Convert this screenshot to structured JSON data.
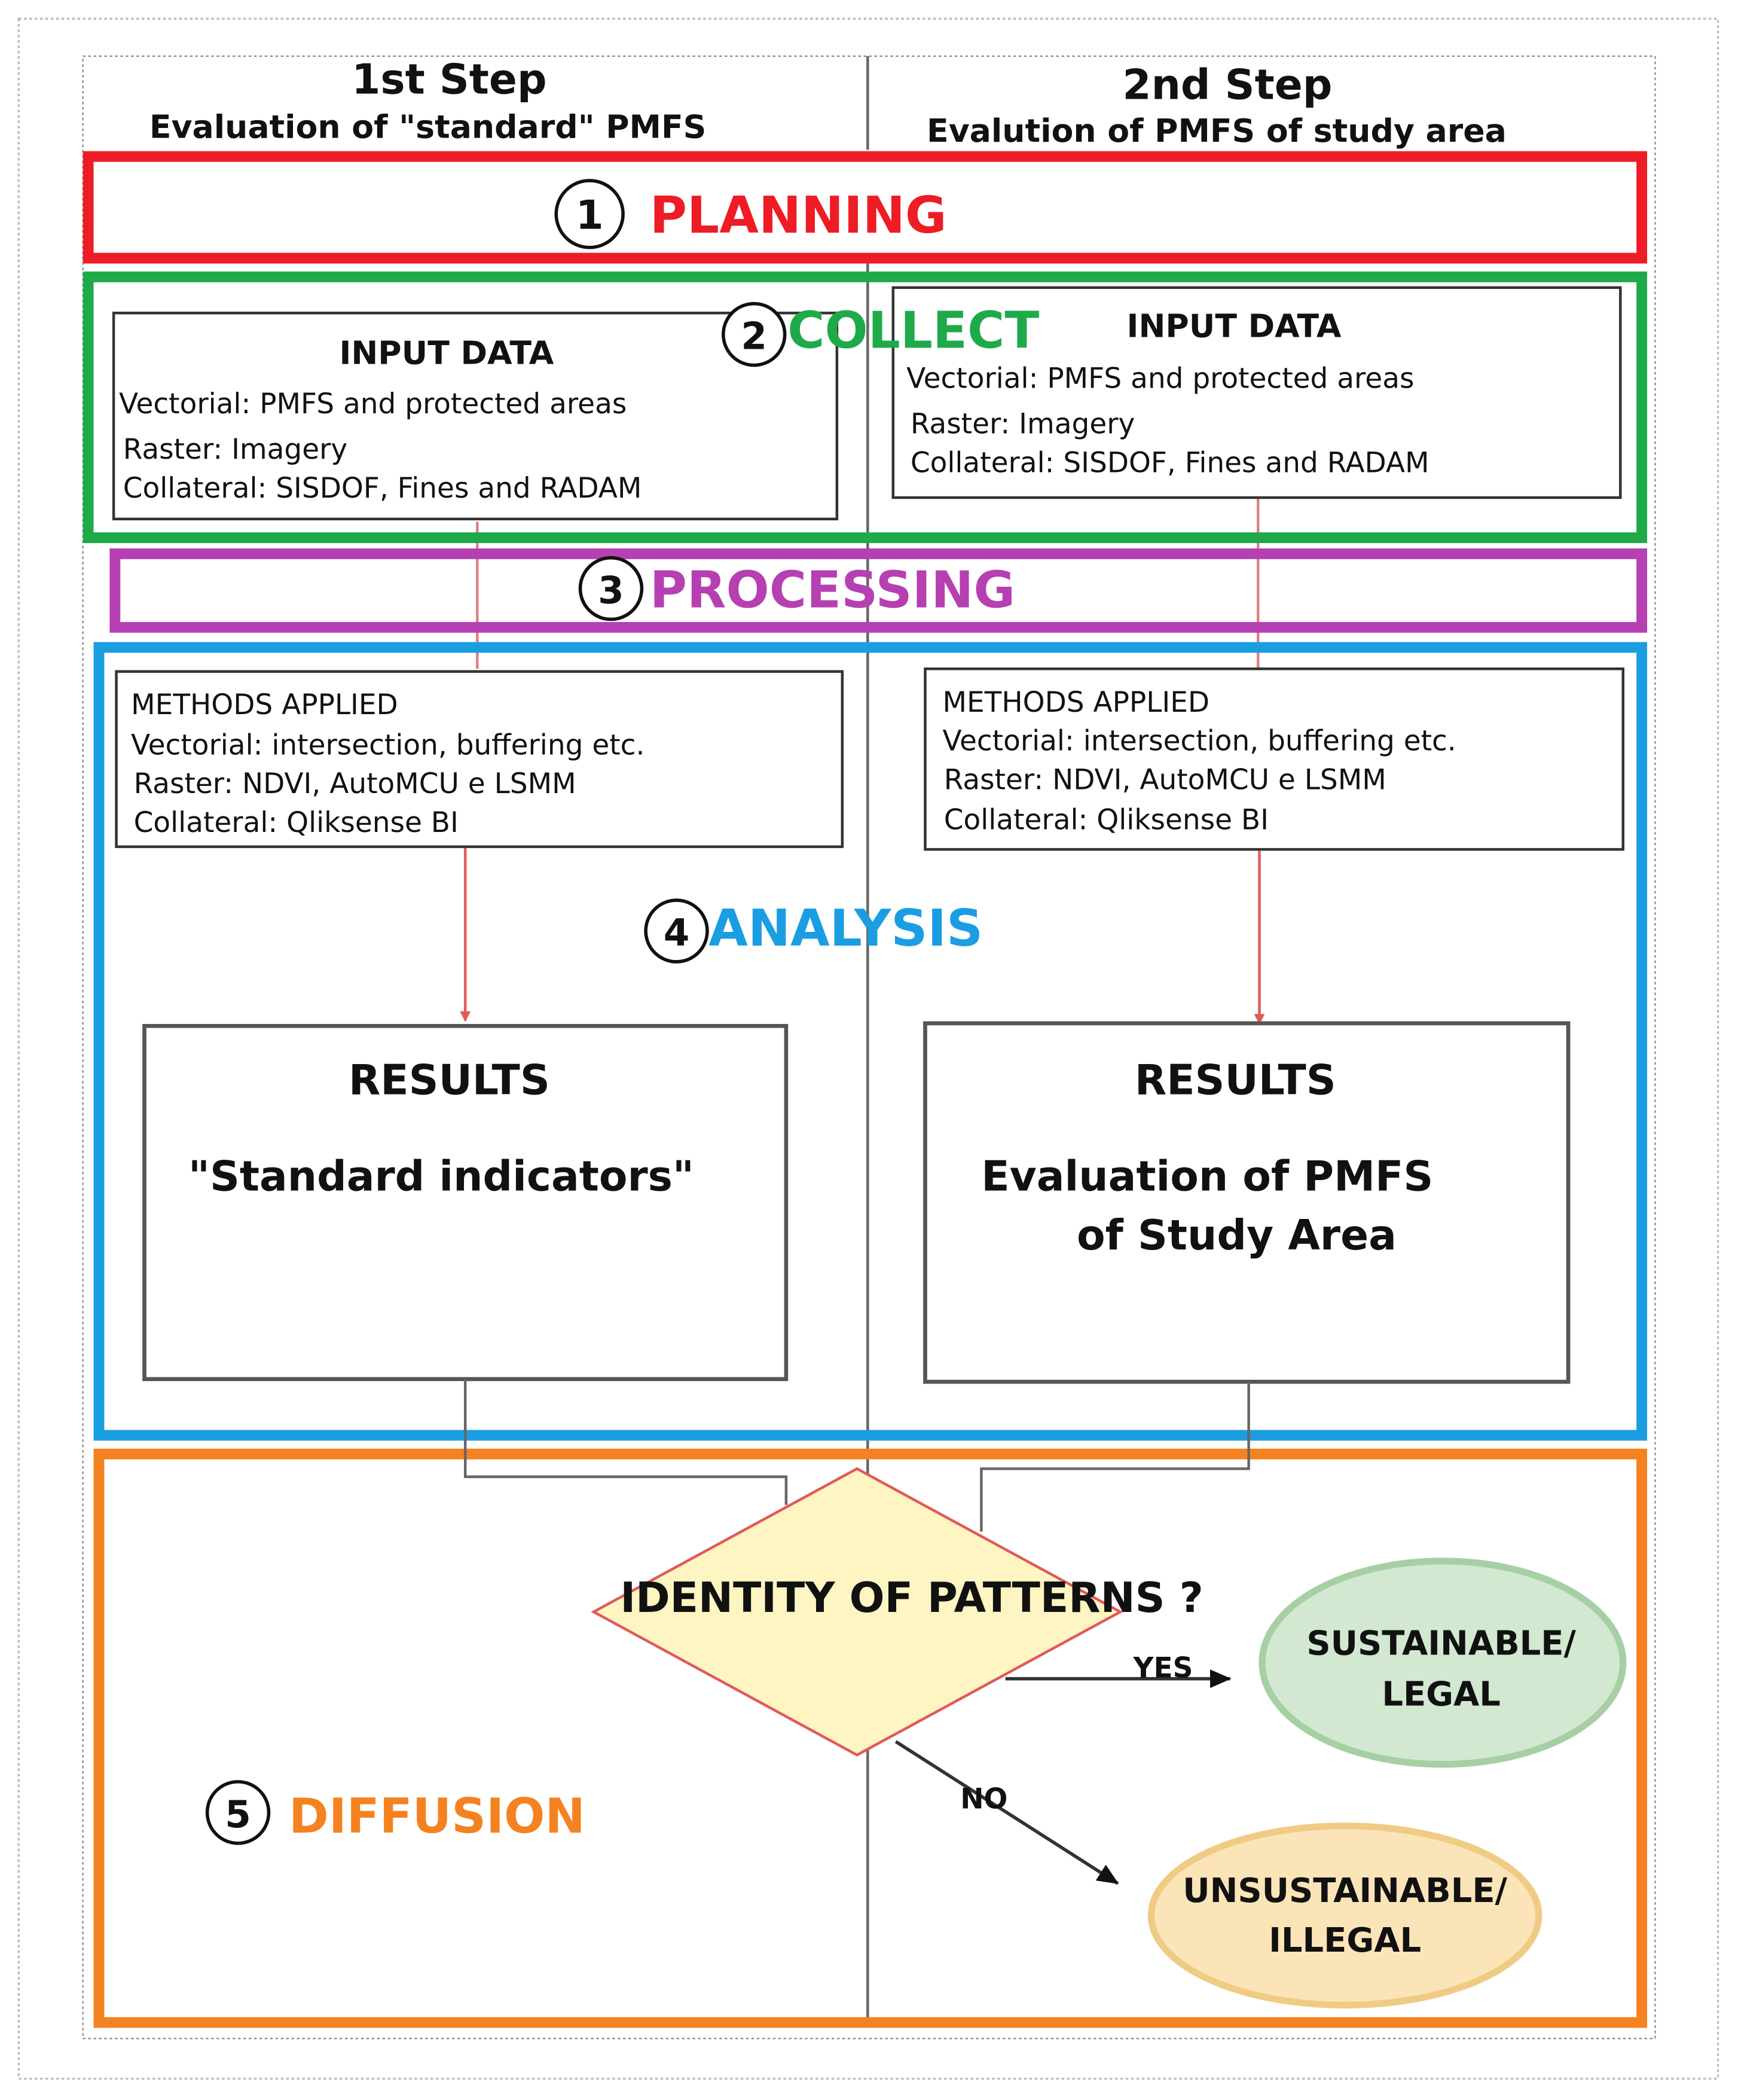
{
  "header": {
    "step1_title": "1st Step",
    "step1_subtitle": "Evaluation of \"standard\" PMFS",
    "step2_title": "2nd Step",
    "step2_subtitle": "Evalution of PMFS of study area"
  },
  "phases": {
    "planning": {
      "number": "1",
      "label": "PLANNING",
      "color": "#ee1c25"
    },
    "collect": {
      "number": "2",
      "label": "COLLECT",
      "color": "#1faa4a"
    },
    "processing": {
      "number": "3",
      "label": "PROCESSING",
      "color": "#b63fb2"
    },
    "analysis": {
      "number": "4",
      "label": "ANALYSIS",
      "color": "#1b9de2"
    },
    "diffusion": {
      "number": "5",
      "label": "DIFFUSION",
      "color": "#f58220"
    }
  },
  "input_left": {
    "title": "INPUT DATA",
    "line1": "Vectorial: PMFS and protected areas",
    "line2": "Raster: Imagery",
    "line3": "Collateral: SISDOF, Fines and RADAM"
  },
  "input_right": {
    "title": "INPUT DATA",
    "line1": "Vectorial: PMFS and protected areas",
    "line2": "Raster: Imagery",
    "line3": "Collateral: SISDOF, Fines and RADAM"
  },
  "methods_left": {
    "title": "METHODS APPLIED",
    "line1": "Vectorial: intersection, buffering etc.",
    "line2": "Raster: NDVI, AutoMCU e LSMM",
    "line3": "Collateral: Qliksense BI"
  },
  "methods_right": {
    "title": "METHODS APPLIED",
    "line1": "Vectorial: intersection, buffering etc.",
    "line2": "Raster: NDVI, AutoMCU e LSMM",
    "line3": "Collateral: Qliksense BI"
  },
  "results_left": {
    "title": "RESULTS",
    "line1": "\"Standard indicators\""
  },
  "results_right": {
    "title": "RESULTS",
    "line1": "Evaluation of PMFS",
    "line2": "of Study Area"
  },
  "decision": {
    "question": "IDENTITY  OF PATTERNS ?",
    "yes_label": "YES",
    "no_label": "NO"
  },
  "outcomes": {
    "sustainable_line1": "SUSTAINABLE/",
    "sustainable_line2": "LEGAL",
    "unsustainable_line1": "UNSUSTAINABLE/",
    "unsustainable_line2": "ILLEGAL"
  }
}
